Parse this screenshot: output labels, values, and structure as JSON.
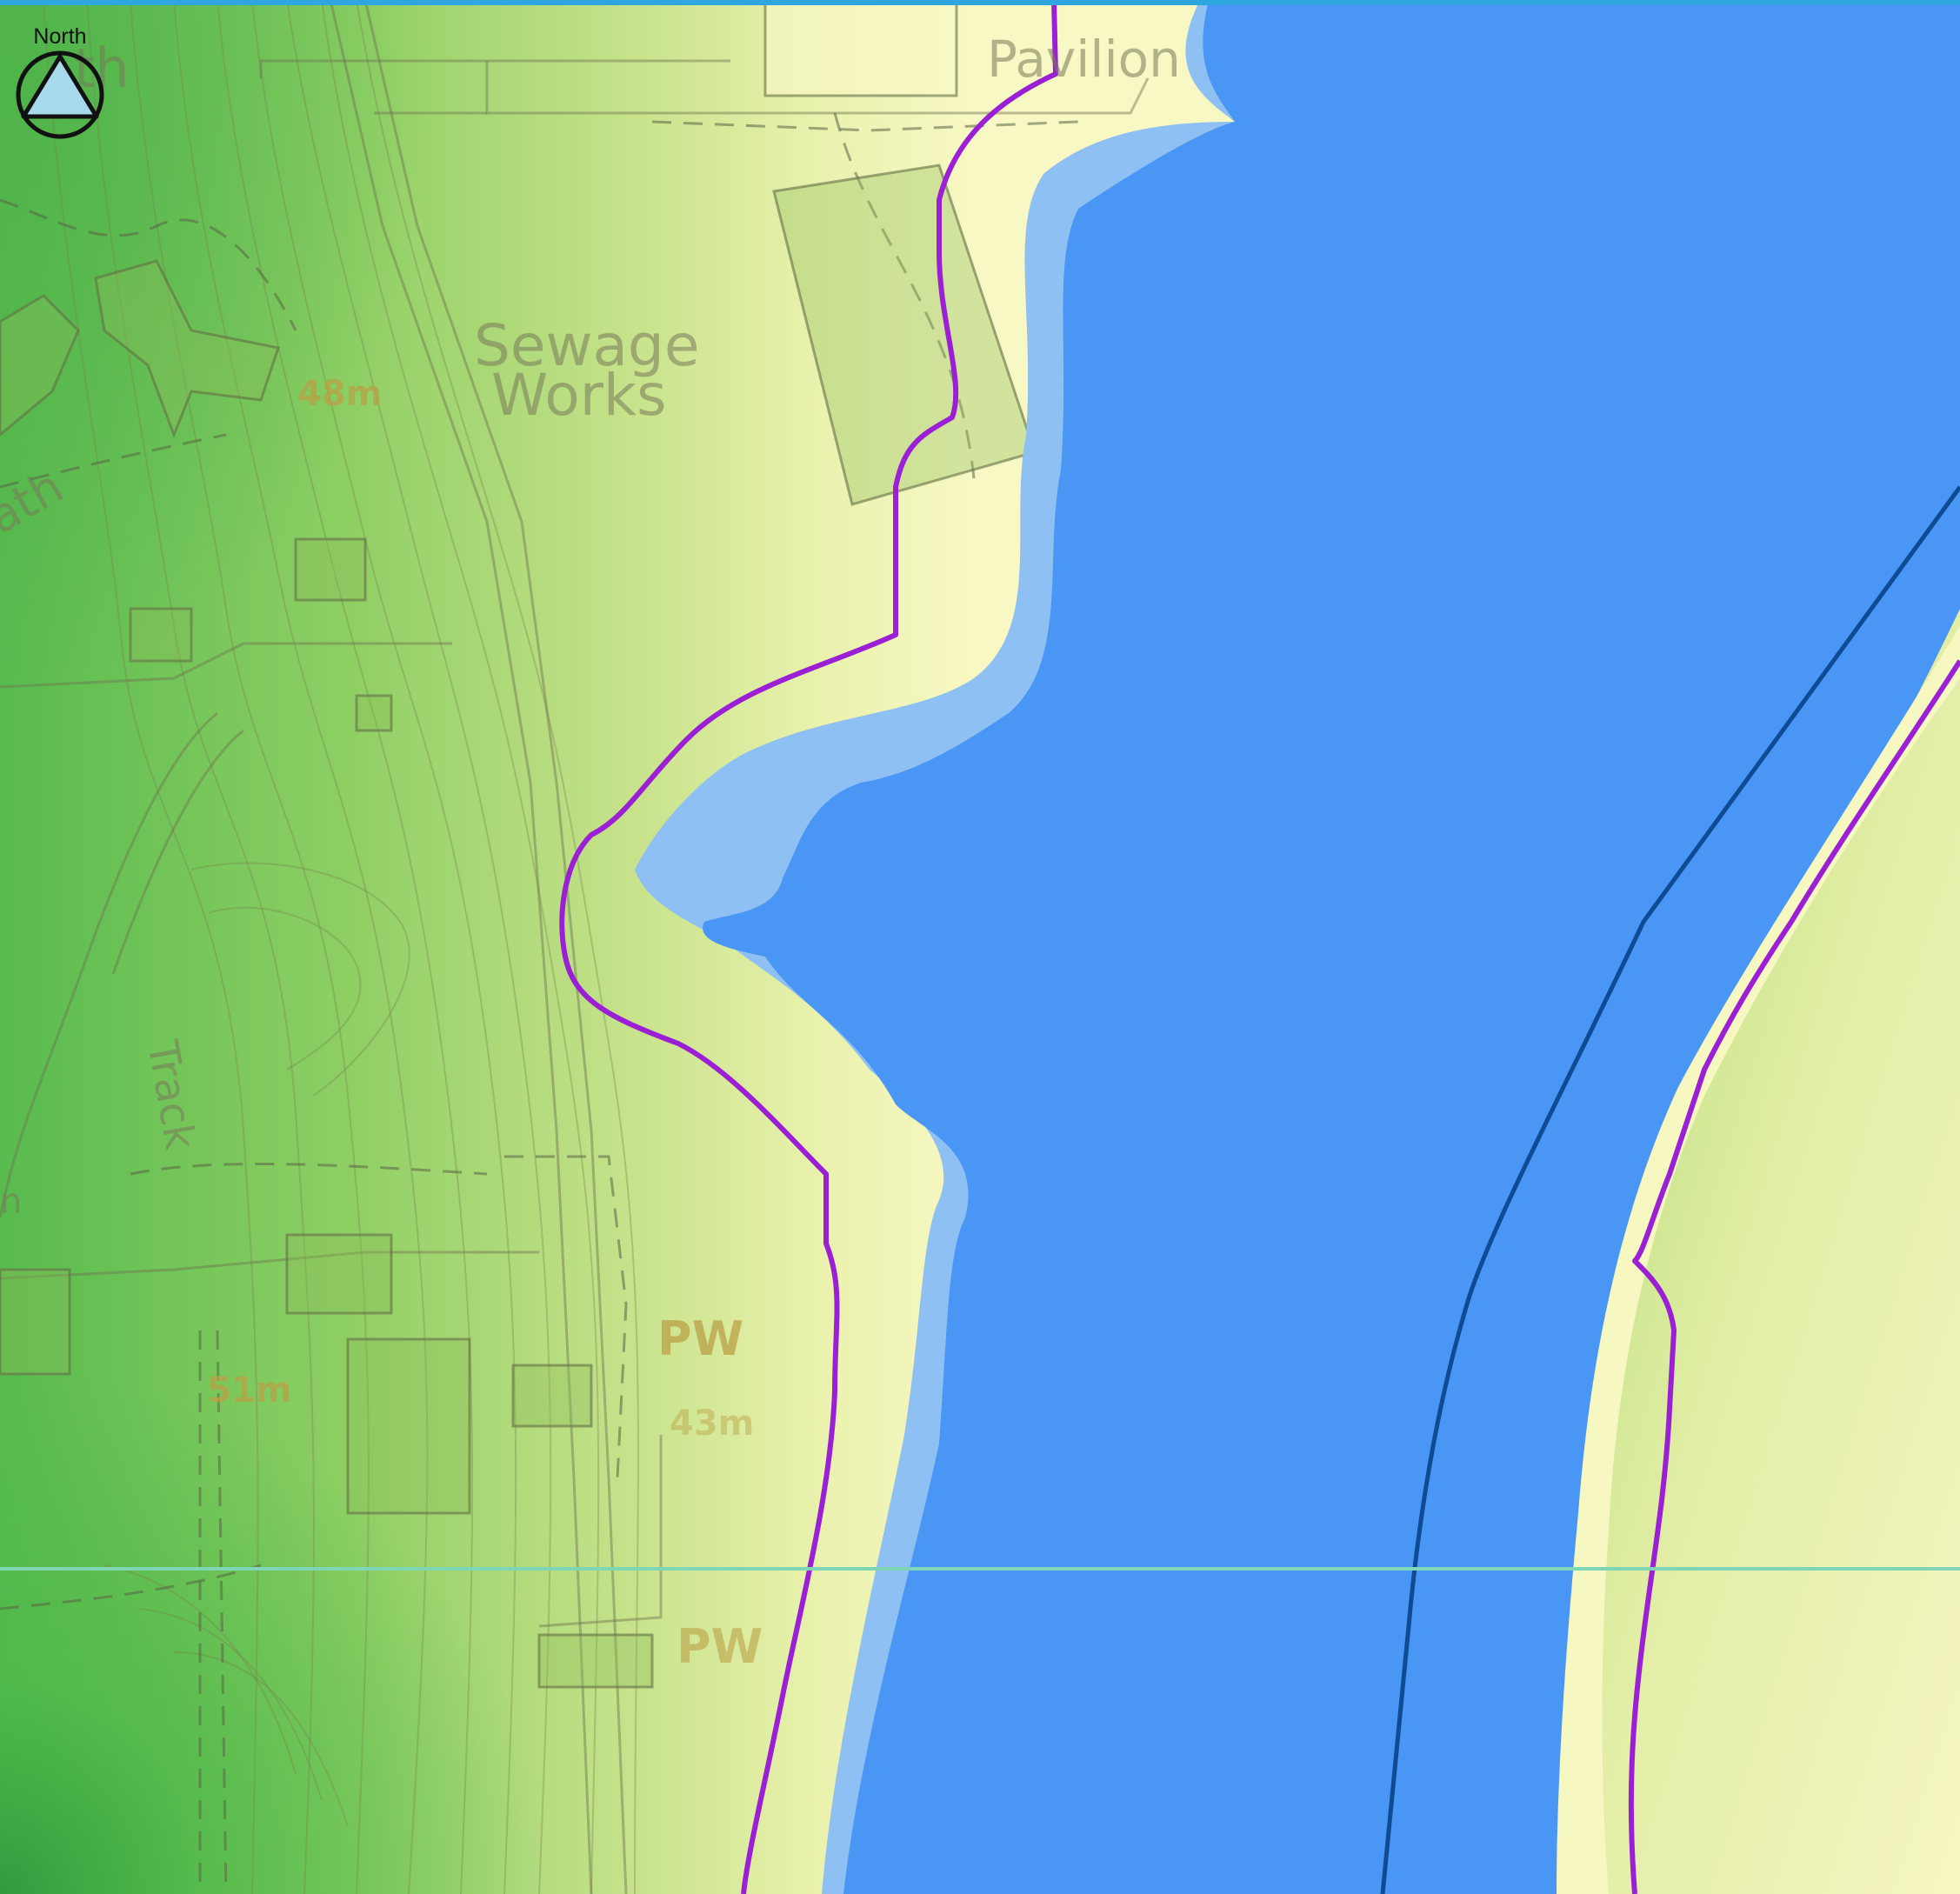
{
  "map": {
    "labels": {
      "pavilion": "Pavilion",
      "sewage_line1": "Sewage",
      "sewage_line2": "Works",
      "height_48": "48m",
      "height_51": "51m",
      "height_43": "43m",
      "pw_upper": "PW",
      "pw_lower": "PW",
      "track": "Track",
      "path_top": "th",
      "path_mid": "ath",
      "edge_fragment": "n"
    },
    "north_arrow": {
      "label": "North",
      "fill_color": "#a6d9ea",
      "stroke_color": "#111111"
    },
    "colors": {
      "water_deep": "#4a96f4",
      "water_shallow": "#8ec0f4",
      "shore_pale": "#f8f8c4",
      "hill_green": "#4cb848",
      "boundary_purple": "#9b1fd4",
      "channel_line": "#0f4a94",
      "grid_line": "#7fd6b6",
      "top_bar": "#2fa6e0"
    }
  }
}
